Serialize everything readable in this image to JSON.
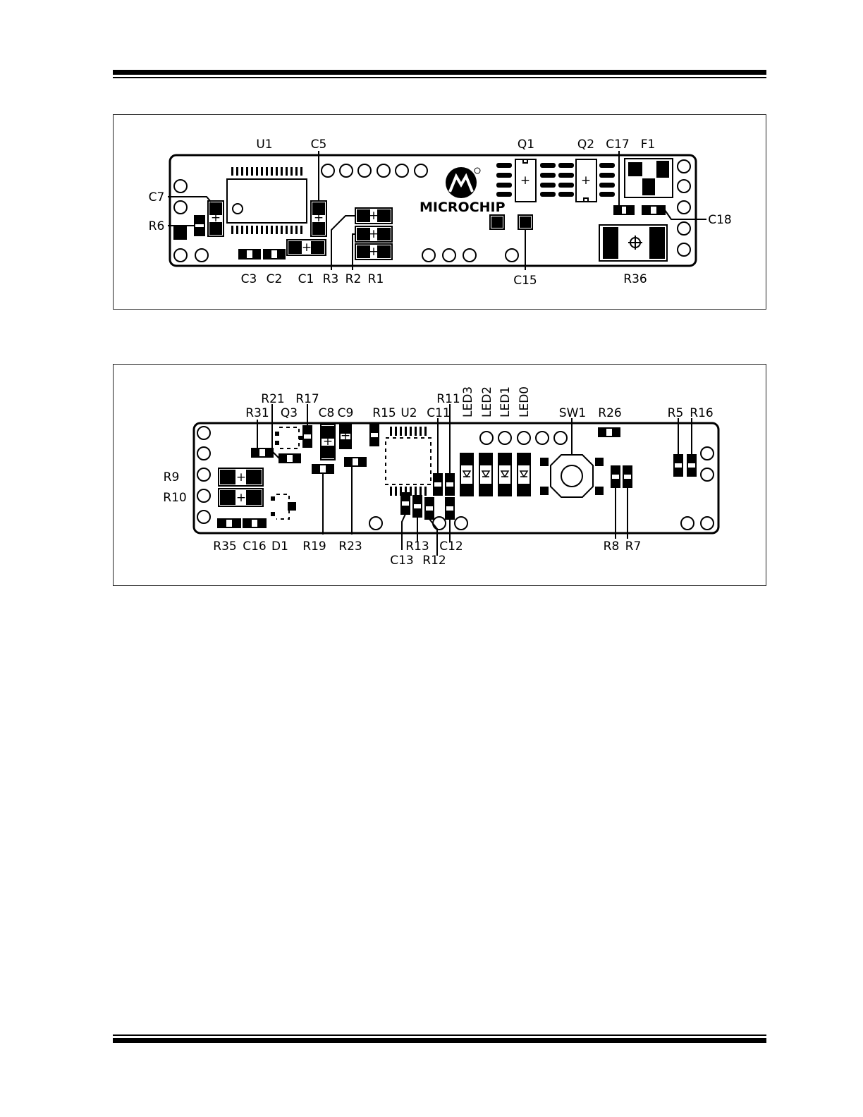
{
  "figure_top": {
    "logo": "MICROCHIP",
    "labels": {
      "U1": "U1",
      "C5": "C5",
      "Q1": "Q1",
      "Q2": "Q2",
      "C17": "C17",
      "F1": "F1",
      "C7": "C7",
      "R6": "R6",
      "C18": "C18",
      "C3": "C3",
      "C2": "C2",
      "C1": "C1",
      "R3": "R3",
      "R2": "R2",
      "R1": "R1",
      "C15": "C15",
      "R36": "R36"
    }
  },
  "figure_bottom": {
    "labels": {
      "R21": "R21",
      "R17": "R17",
      "R11": "R11",
      "R31": "R31",
      "Q3": "Q3",
      "C8": "C8",
      "C9": "C9",
      "R15": "R15",
      "U2": "U2",
      "C11": "C11",
      "LED3": "LED3",
      "LED2": "LED2",
      "LED1": "LED1",
      "LED0": "LED0",
      "SW1": "SW1",
      "R26": "R26",
      "R5": "R5",
      "R16": "R16",
      "R9": "R9",
      "R10": "R10",
      "R35": "R35",
      "C16": "C16",
      "D1": "D1",
      "R19": "R19",
      "R23": "R23",
      "R13": "R13",
      "C12": "C12",
      "C13": "C13",
      "R12": "R12",
      "R8": "R8",
      "R7": "R7"
    }
  }
}
